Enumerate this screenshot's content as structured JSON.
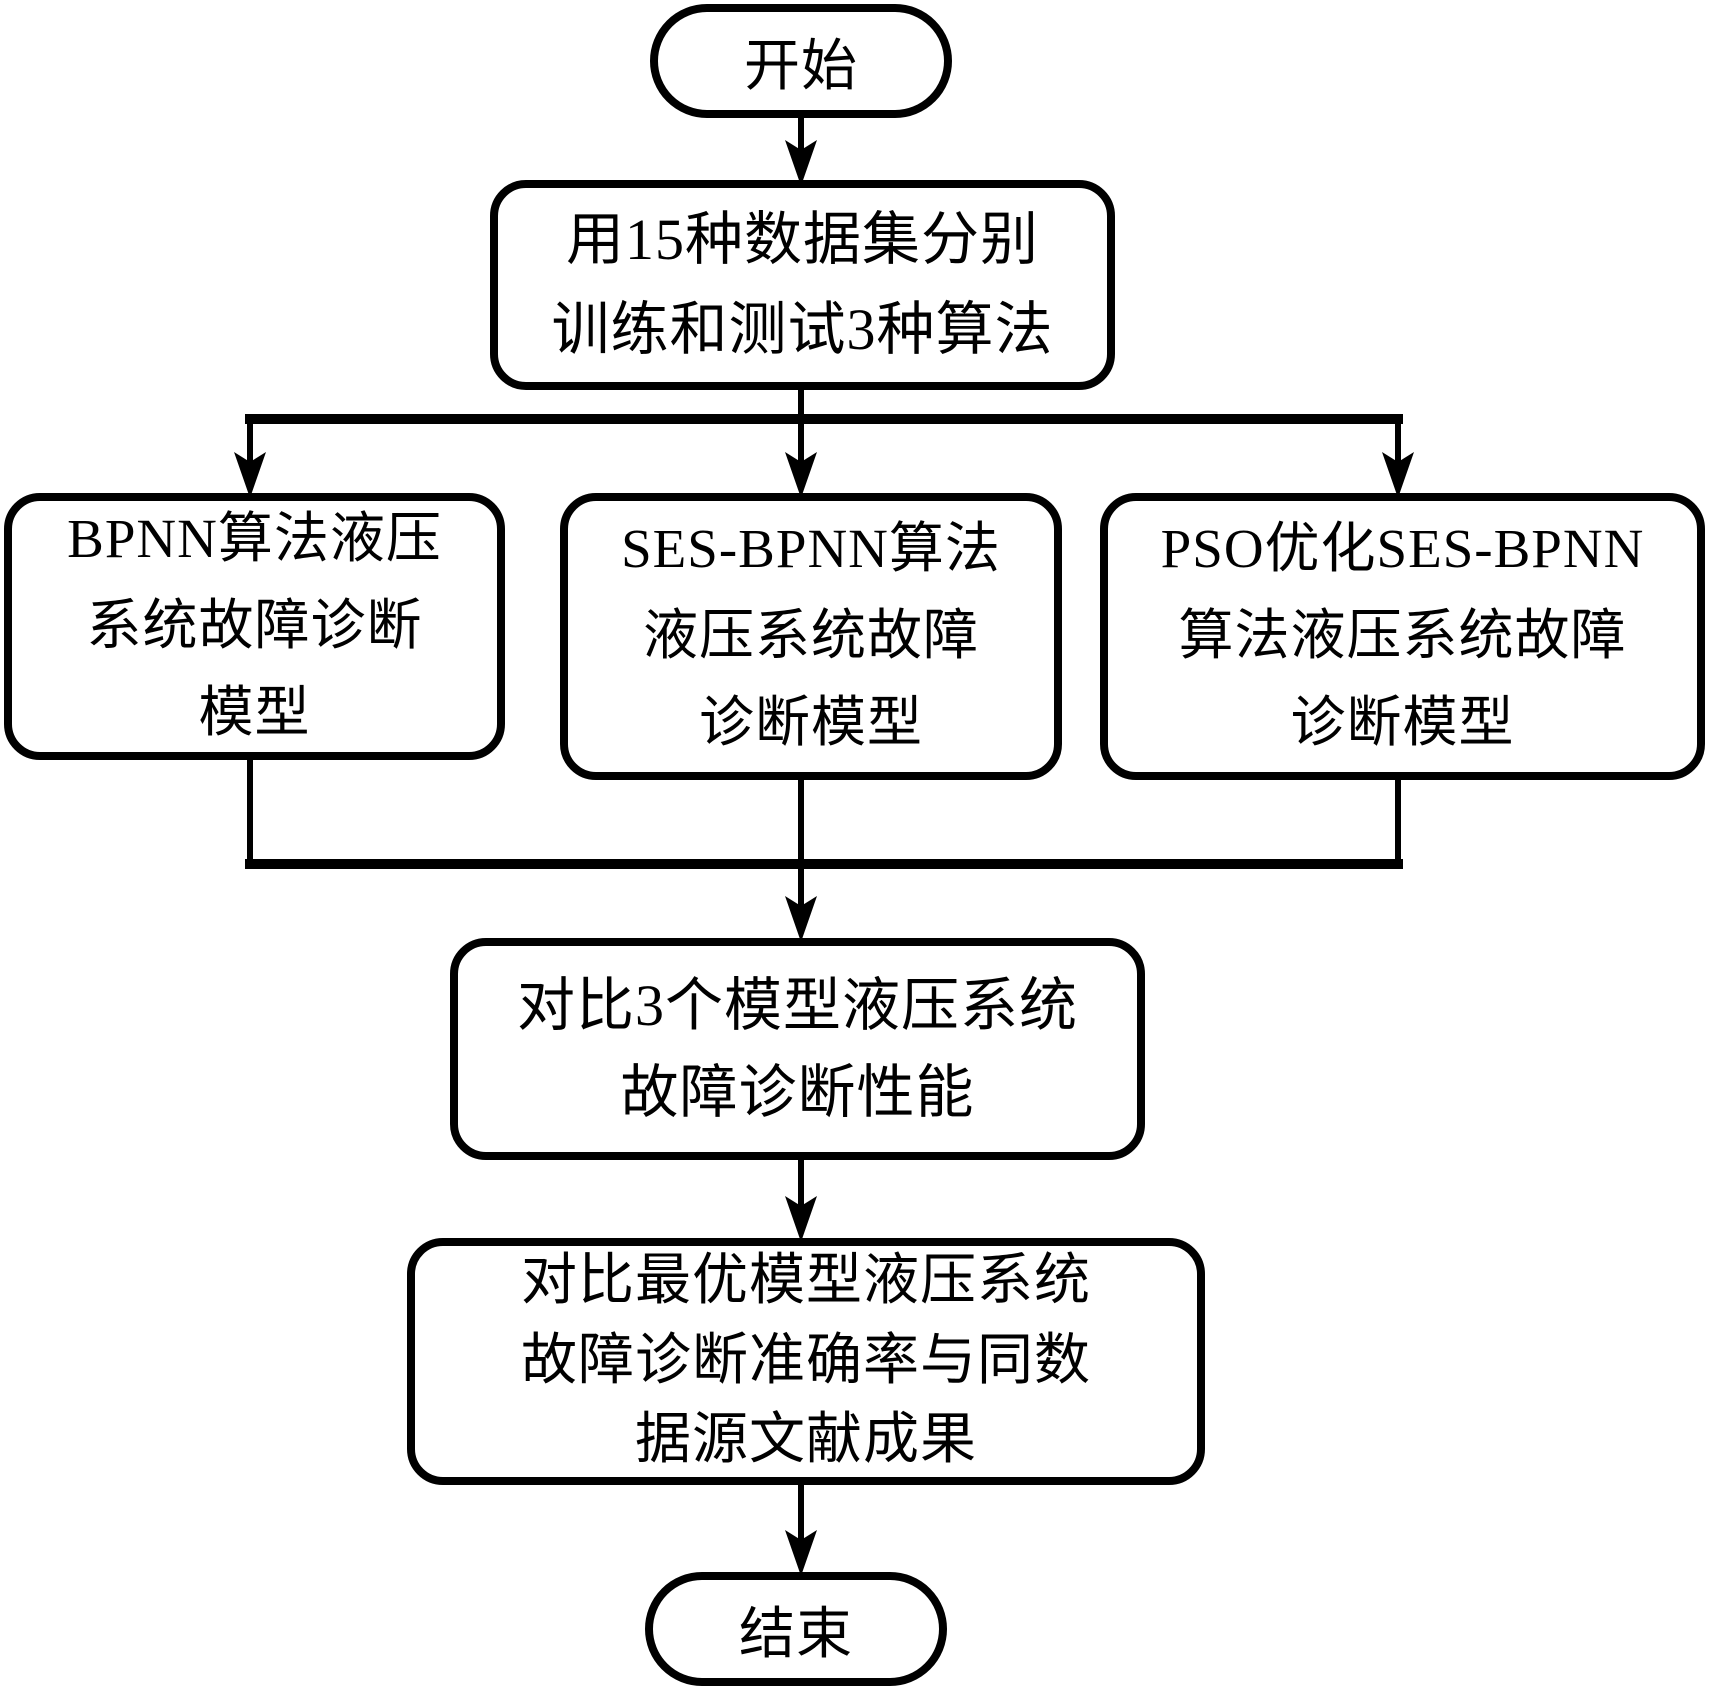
{
  "colors": {
    "stroke": "#000000",
    "background": "#ffffff"
  },
  "flowchart": {
    "start": {
      "label": "开始"
    },
    "prepare": {
      "lines": [
        "用15种数据集分别",
        "训练和测试3种算法"
      ]
    },
    "model_bpnn": {
      "lines": [
        "BPNN算法液压",
        "系统故障诊断",
        "模型"
      ]
    },
    "model_ses_bpnn": {
      "lines": [
        "SES-BPNN算法",
        "液压系统故障",
        "诊断模型"
      ]
    },
    "model_pso_ses_bpnn": {
      "lines": [
        "PSO优化SES-BPNN",
        "算法液压系统故障",
        "诊断模型"
      ]
    },
    "compare_performance": {
      "lines": [
        "对比3个模型液压系统",
        "故障诊断性能"
      ]
    },
    "compare_literature": {
      "lines": [
        "对比最优模型液压系统",
        "故障诊断准确率与同数",
        "据源文献成果"
      ]
    },
    "end": {
      "label": "结束"
    }
  }
}
